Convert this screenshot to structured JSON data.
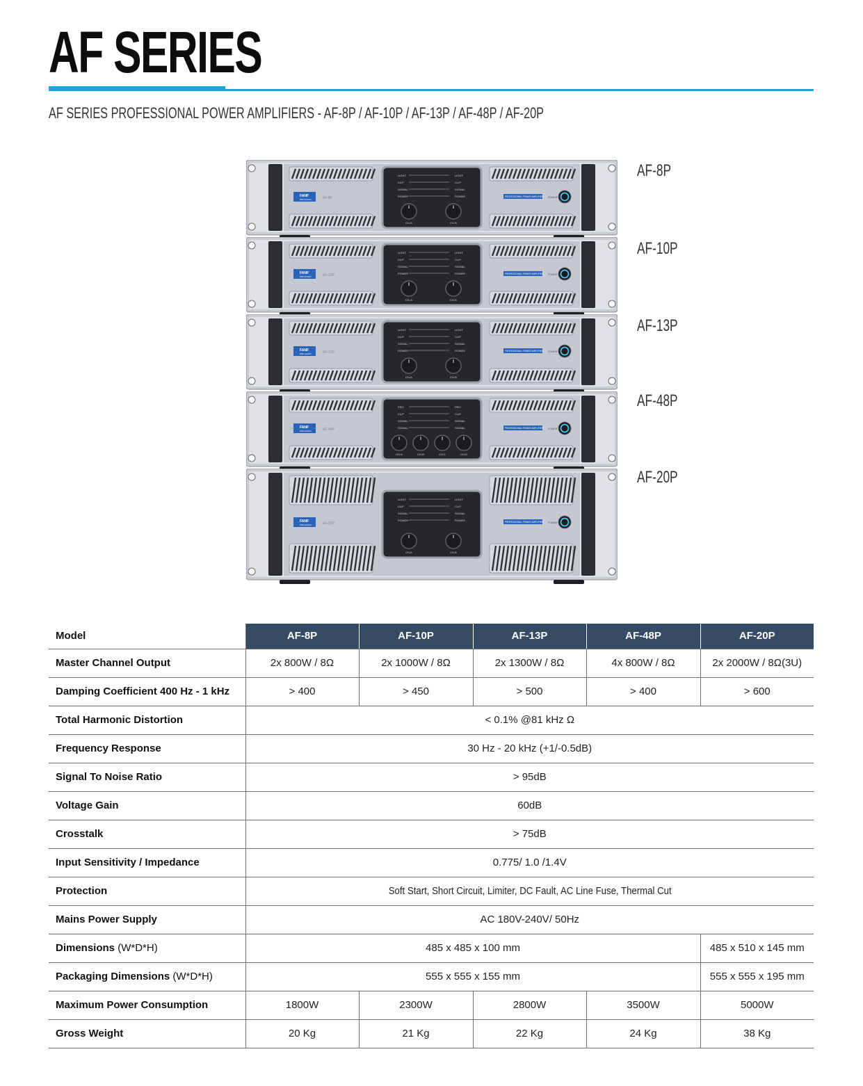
{
  "page": {
    "title": "AF SERIES",
    "subtitle": "AF SERIES PROFESSIONAL POWER AMPLIFIERS - AF-8P / AF-10P / AF-13P / AF-48P / AF-20P",
    "accent_color": "#1aa8dc",
    "header_color": "#354a63"
  },
  "units": [
    {
      "label": "AF-8P",
      "panel_text": "AF-8P",
      "knobs": 2
    },
    {
      "label": "AF-10P",
      "panel_text": "AF-10P",
      "knobs": 2
    },
    {
      "label": "AF-13P",
      "panel_text": "AF-13P",
      "knobs": 2
    },
    {
      "label": "AF-48P",
      "panel_text": "AF-48P",
      "knobs": 4
    },
    {
      "label": "AF-20P",
      "panel_text": "AF-20P",
      "knobs": 2
    }
  ],
  "panel": {
    "indicators": [
      "LIGHT",
      "CLIP",
      "SIGNAL",
      "POWER"
    ],
    "indicators_48p": [
      "PRO",
      "CLIP",
      "SIGNAL",
      "SIGNAL"
    ],
    "strip_text": "PROFESSIONAL POWER AMPLIFIER",
    "power_text": "POWER",
    "channels_2": [
      "CH-A",
      "CH-B"
    ],
    "channels_4": [
      "CH-A",
      "CH-B",
      "CH-C",
      "CH-D"
    ],
    "logo_text": "FANF",
    "logo_sub": "PRO AUDIO"
  },
  "table": {
    "model_label": "Model",
    "models": [
      "AF-8P",
      "AF-10P",
      "AF-13P",
      "AF-48P",
      "AF-20P"
    ],
    "rows": {
      "master_output": {
        "label": "Master Channel Output",
        "values": [
          "2x 800W / 8Ω",
          "2x 1000W / 8Ω",
          "2x 1300W / 8Ω",
          "4x 800W / 8Ω",
          "2x 2000W / 8Ω(3U)"
        ]
      },
      "damping": {
        "label": "Damping Coefficient 400 Hz - 1 kHz",
        "values": [
          "> 400",
          "> 450",
          "> 500",
          "> 400",
          "> 600"
        ]
      },
      "thd": {
        "label": "Total Harmonic Distortion",
        "value": "< 0.1% @81 kHz Ω"
      },
      "freq": {
        "label": "Frequency Response",
        "value": "30 Hz - 20 kHz (+1/-0.5dB)"
      },
      "snr": {
        "label": "Signal To Noise Ratio",
        "value": "> 95dB"
      },
      "gain": {
        "label": "Voltage Gain",
        "value": "60dB"
      },
      "crosstalk": {
        "label": "Crosstalk",
        "value": "> 75dB"
      },
      "sensitivity": {
        "label": "Input Sensitivity / Impedance",
        "value": "0.775/ 1.0 /1.4V"
      },
      "protection": {
        "label": "Protection",
        "value": "Soft Start, Short Circuit, Limiter, DC Fault, AC Line Fuse, Thermal Cut"
      },
      "mains": {
        "label": "Mains Power Supply",
        "value": "AC 180V-240V/ 50Hz"
      },
      "dimensions": {
        "label": "Dimensions",
        "label_unit": "(W*D*H)",
        "value_main": "485 x 485 x 100 mm",
        "value_20p": "485 x 510 x 145 mm"
      },
      "pack_dimensions": {
        "label": "Packaging Dimensions",
        "label_unit": "(W*D*H)",
        "value_main": "555 x 555 x 155 mm",
        "value_20p": "555 x 555 x 195 mm"
      },
      "power_consumption": {
        "label": "Maximum Power Consumption",
        "values": [
          "1800W",
          "2300W",
          "2800W",
          "3500W",
          "5000W"
        ]
      },
      "weight": {
        "label": "Gross Weight",
        "values": [
          "20 Kg",
          "21 Kg",
          "22 Kg",
          "24 Kg",
          "38 Kg"
        ]
      }
    }
  }
}
